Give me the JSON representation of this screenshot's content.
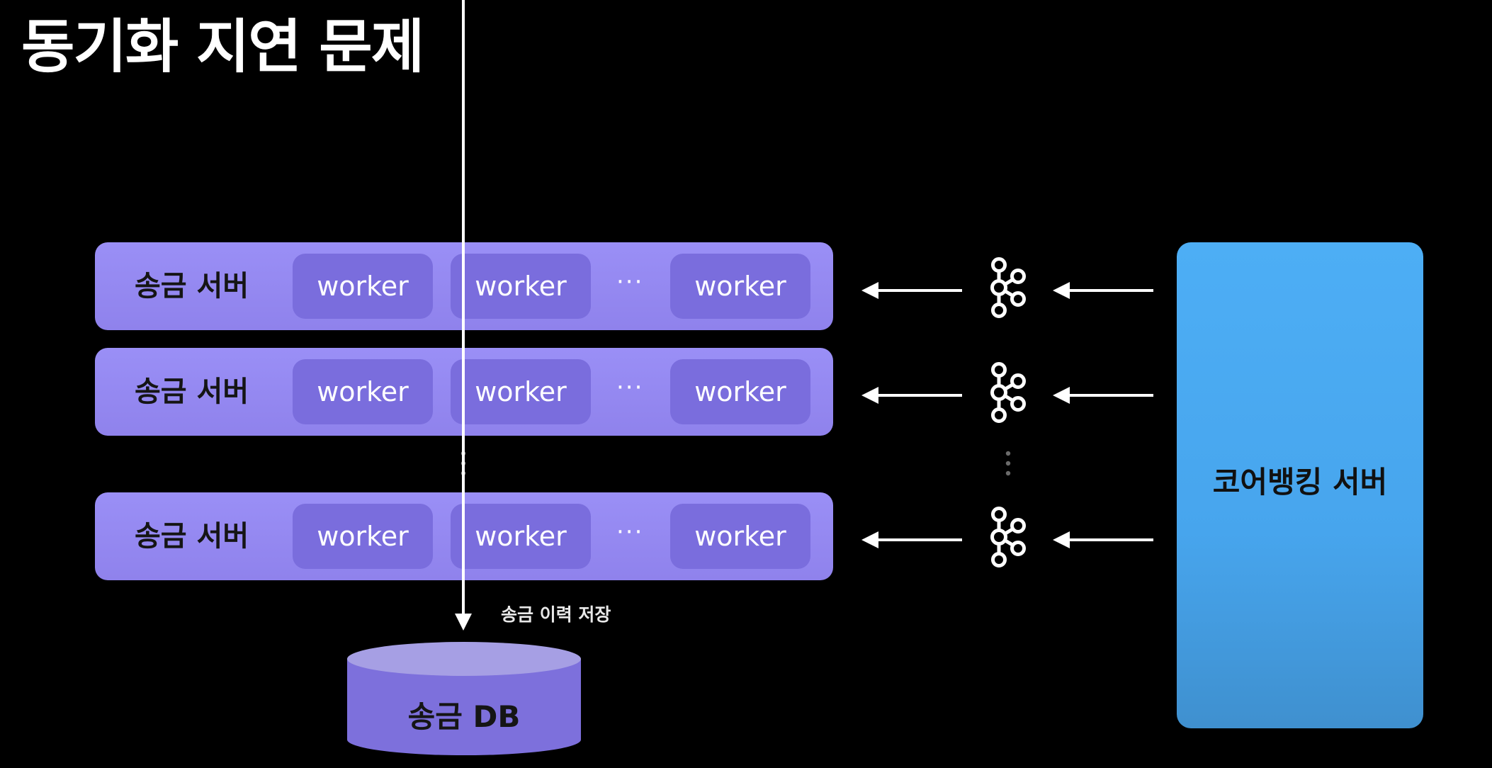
{
  "title": "동기화 지연 문제",
  "rows": [
    {
      "label": "송금 서버",
      "workers": [
        "worker",
        "worker",
        "worker"
      ],
      "ellipsis": "···"
    },
    {
      "label": "송금 서버",
      "workers": [
        "worker",
        "worker",
        "worker"
      ],
      "ellipsis": "···"
    },
    {
      "label": "송금 서버",
      "workers": [
        "worker",
        "worker",
        "worker"
      ],
      "ellipsis": "···"
    }
  ],
  "core_server": {
    "label": "코어뱅킹 서버"
  },
  "db": {
    "caption": "송금 이력 저장",
    "label": "송금 DB"
  },
  "icons": {
    "kafka": "kafka-logo-icon",
    "arrow": "arrow-left-icon",
    "down_arrow": "arrow-down-icon"
  },
  "colors": {
    "background": "#000000",
    "server_row": "#9a8ff6",
    "worker": "#7a6ddd",
    "core_server": "#4daef5",
    "db": "#8577e0"
  }
}
